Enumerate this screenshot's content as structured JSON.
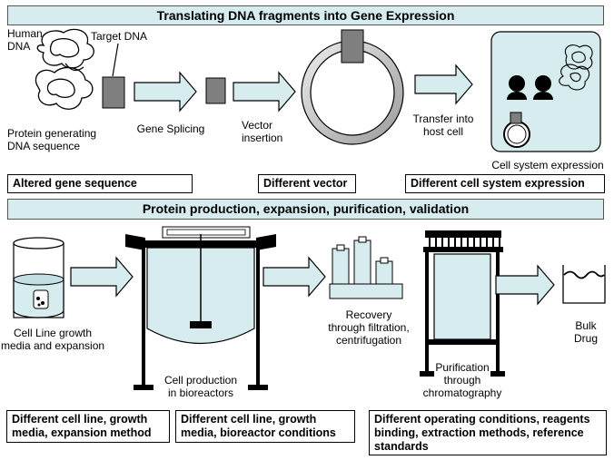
{
  "banners": {
    "top": "Translating DNA fragments into Gene Expression",
    "bottom": "Protein production, expansion, purification, validation"
  },
  "top_labels": {
    "human_dna": "Human\nDNA",
    "target_dna": "Target DNA",
    "protein_dna": "Protein generating\nDNA sequence",
    "gene_splicing": "Gene Splicing",
    "vector_insertion": "Vector\ninsertion",
    "transfer": "Transfer into\nhost cell",
    "cell_system": "Cell system expression"
  },
  "top_boxes": {
    "altered": "Altered gene sequence",
    "vector": "Different vector",
    "cell_system": "Different cell system expression"
  },
  "bottom_labels": {
    "cell_line": "Cell Line growth\nmedia and expansion",
    "cell_production": "Cell production\nin bioreactors",
    "recovery": "Recovery\nthrough filtration,\ncentrifugation",
    "purification": "Purification\nthrough\nchromatography",
    "bulk_drug": "Bulk\nDrug"
  },
  "bottom_boxes": {
    "cell_line": "Different cell line, growth\nmedia, expansion method",
    "bioreactor": "Different cell line, growth\nmedia, bioreactor conditions",
    "operating": "Different operating conditions, reagents\nbinding, extraction methods, reference\nstandards"
  },
  "colors": {
    "fill": "#d6ecef",
    "stroke": "#000000",
    "gray": "#7f7f7f"
  }
}
